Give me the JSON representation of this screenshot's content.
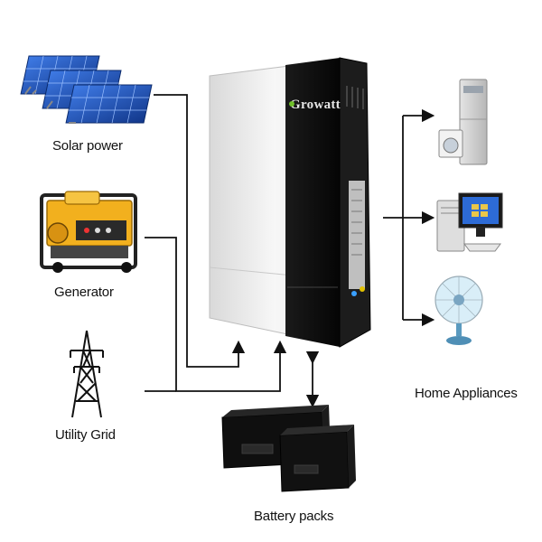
{
  "sources": {
    "solar": "Solar power",
    "generator": "Generator",
    "grid": "Utility Grid"
  },
  "inverter": {
    "brand": "Growatt"
  },
  "outputs": {
    "label": "Home Appliances"
  },
  "storage": {
    "label": "Battery packs"
  },
  "colors": {
    "line": "#111111",
    "inverter_front": "#eeeeee",
    "inverter_panel": "#0c0c0c",
    "brand_green": "#6fbf2a",
    "solar_blue": "#1d4fb8",
    "generator_yellow": "#f2b01e"
  }
}
